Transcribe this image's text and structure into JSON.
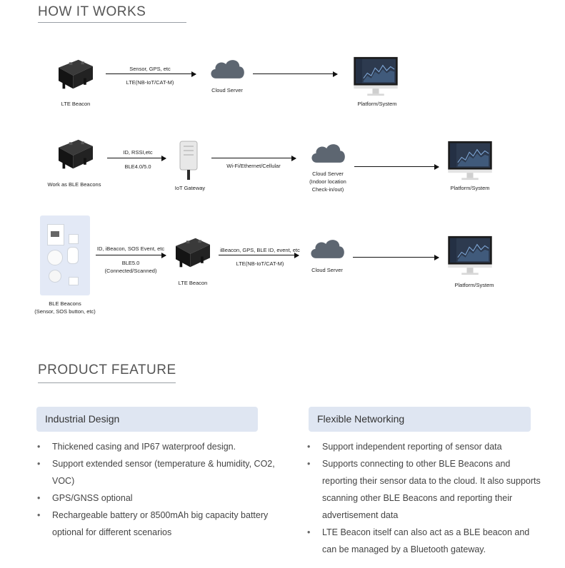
{
  "how_it_works": {
    "title": "HOW IT WORKS",
    "row1": {
      "device_label": "LTE Beacon",
      "arrow_top": "Sensor, GPS, etc",
      "arrow_bottom": "LTE(NB-IoT/CAT-M)",
      "cloud_label": "Cloud Server",
      "platform_label": "Platform/System"
    },
    "row2": {
      "device_label": "Work as BLE Beacons",
      "arrow1_top": "ID, RSSI,etc",
      "arrow1_bottom": "BLE4.0/5.0",
      "gateway_label": "IoT Gateway",
      "arrow2_top": "Wi-Fi/Ethernet/Cellular",
      "cloud_label_lines": [
        "Cloud Server",
        "(Indoor location",
        "Check-in/out)"
      ],
      "platform_label": "Platform/System"
    },
    "row3": {
      "beacons_label_lines": [
        "BLE Beacons",
        "(Sensor, SOS button, etc)"
      ],
      "arrow1_top": "ID, iBeacon, SOS Event, etc",
      "arrow1_bottom_lines": [
        "BLE5.0",
        "(Connected/Scanned)"
      ],
      "device_label": "LTE Beacon",
      "arrow2_top": "iBeacon, GPS, BLE ID, event, etc",
      "arrow2_bottom": "LTE(NB-IoT/CAT-M)",
      "cloud_label": "Cloud Server",
      "platform_label": "Platform/System"
    }
  },
  "product_feature": {
    "title": "PRODUCT FEATURE",
    "left": {
      "heading": "Industrial Design",
      "items": [
        "Thickened casing and IP67 waterproof design.",
        "Support extended sensor (temperature & humidity, CO2, VOC)",
        "GPS/GNSS optional",
        "Rechargeable battery or 8500mAh big capacity battery optional for different scenarios"
      ]
    },
    "right": {
      "heading": "Flexible Networking",
      "items": [
        "Support independent reporting of sensor data",
        "Supports connecting to other BLE Beacons and reporting their sensor data to the cloud. It also supports scanning other BLE Beacons and reporting their advertisement data",
        "LTE Beacon itself can also act as a BLE beacon and can be managed by a Bluetooth gateway."
      ]
    }
  },
  "colors": {
    "feature_box": "#dfe6f2",
    "cloud": "#5d6671",
    "device": "#1a1a1a"
  },
  "icons": [
    "lte-beacon-icon",
    "cloud-icon",
    "monitor-icon",
    "gateway-icon",
    "ble-beacons-panel-icon"
  ]
}
